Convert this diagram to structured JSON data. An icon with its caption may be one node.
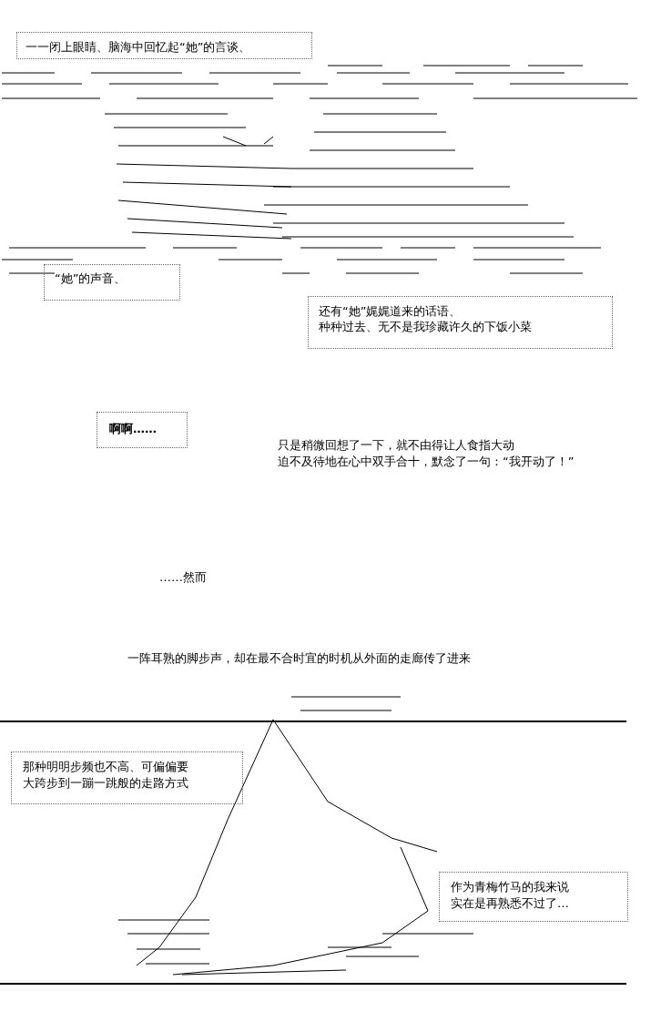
{
  "diagram": {
    "labels": [
      "一一闭上眼睛、脑海中回忆起“她”的言谈、",
      "“她”的声音、",
      "还有“她”娓娓道来的话语、",
      "种种过去、无不是我珍藏许久的下饭小菜",
      "啊啊……",
      "只是稍微回想了一下，就不由得让人食指大动",
      "迫不及待地在心中双手合十，默念了一句：“我开动了！”",
      "……然而",
      "一阵耳熟的脚步声，却在最不合时宜的时机从外面的走廊传了进来",
      "那种明明步频也不高、可偏偏要",
      "大跨步到一蹦一跳般的走路方式",
      "作为青梅竹马的我来说",
      "实在是再熟悉不过了…"
    ]
  }
}
